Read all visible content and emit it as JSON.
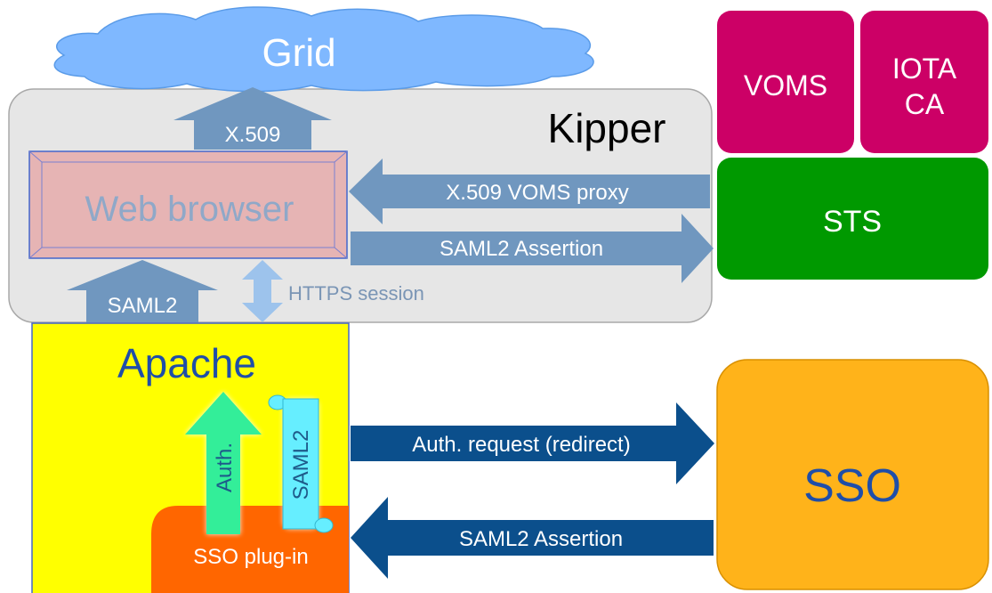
{
  "grid": {
    "label": "Grid"
  },
  "kipper": {
    "label": "Kipper"
  },
  "web_browser": {
    "label": "Web browser"
  },
  "x509_up": {
    "label": "X.509"
  },
  "voms": {
    "label": "VOMS"
  },
  "iota_ca": {
    "line1": "IOTA",
    "line2": "CA"
  },
  "sts": {
    "label": "STS"
  },
  "arrows": {
    "voms_proxy": "X.509 VOMS proxy",
    "saml2_assertion_top": "SAML2 Assertion",
    "saml2_up": "SAML2",
    "https_session": "HTTPS session",
    "auth_request": "Auth. request (redirect)",
    "saml2_assertion_bottom": "SAML2 Assertion",
    "auth_up": "Auth.",
    "saml2_scroll": "SAML2"
  },
  "apache": {
    "label": "Apache"
  },
  "sso_plugin": {
    "label": "SSO plug-in"
  },
  "sso": {
    "label": "SSO"
  },
  "colors": {
    "cloud": "#7fb8ff",
    "kipper_panel": "#e6e6e6",
    "browser": "#e6b4b4",
    "arrow_steel": "#7097bf",
    "voms": "#cc0066",
    "sts": "#009900",
    "apache": "#ffff00",
    "plugin": "#ff6600",
    "sso": "#ffb31a",
    "arrow_dark": "#0b4f8c",
    "auth_arrow": "#33ee99",
    "scroll": "#66eeff"
  }
}
